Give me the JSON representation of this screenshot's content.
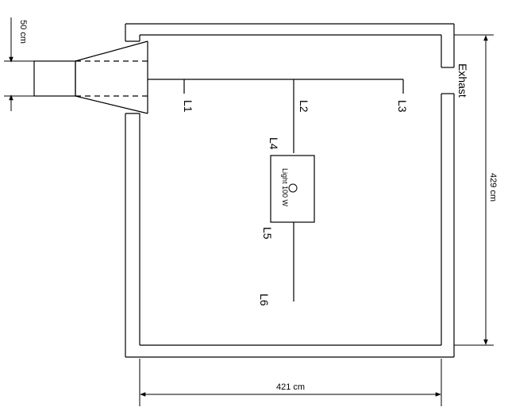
{
  "labels": {
    "dim_duct": "50 cm",
    "dim_height": "429 cm",
    "dim_width": "421 cm",
    "exhaust": "Exhast",
    "light": "Light 100 W"
  },
  "sensors": [
    {
      "id": "L1",
      "label": "L1"
    },
    {
      "id": "L2",
      "label": "L2"
    },
    {
      "id": "L3",
      "label": "L3"
    },
    {
      "id": "L4",
      "label": "L4"
    },
    {
      "id": "L5",
      "label": "L5"
    },
    {
      "id": "L6",
      "label": "L6"
    }
  ]
}
